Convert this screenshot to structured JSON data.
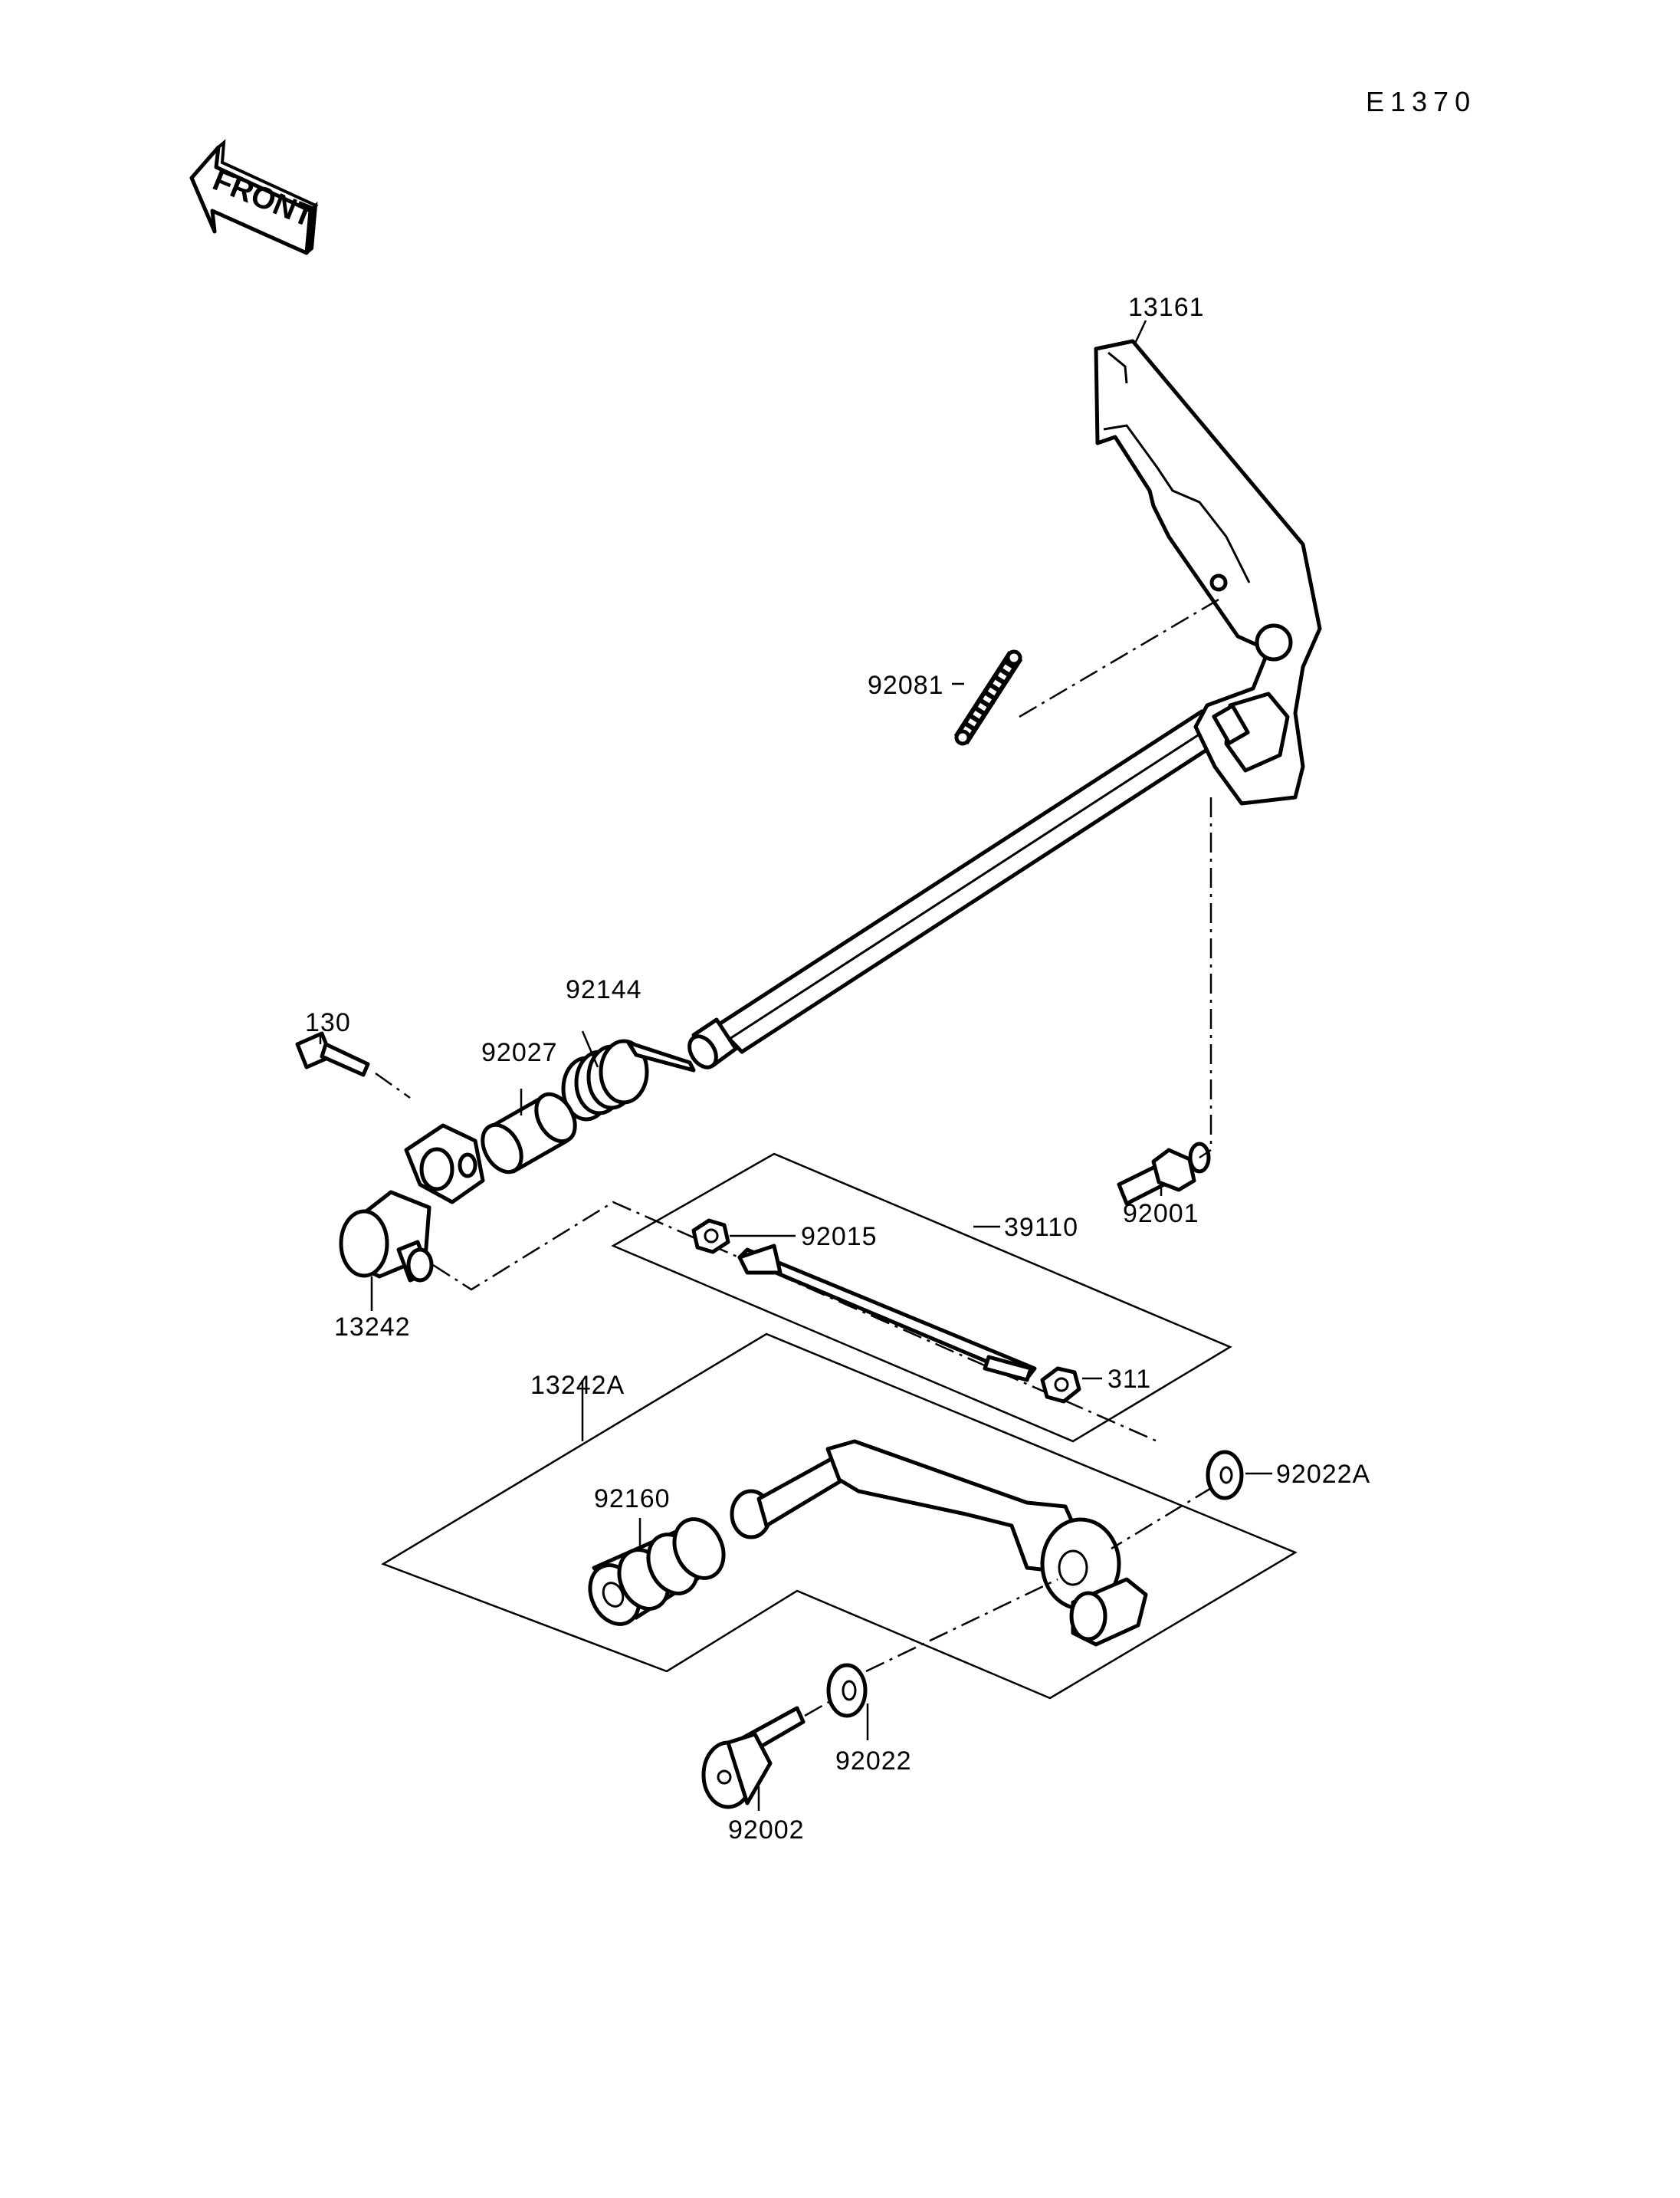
{
  "diagram_code": "E1370",
  "front_label": "FRONT",
  "parts": [
    {
      "id": "p13161",
      "number": "13161"
    },
    {
      "id": "p92081",
      "number": "92081"
    },
    {
      "id": "p92144",
      "number": "92144"
    },
    {
      "id": "p92027",
      "number": "92027"
    },
    {
      "id": "p130",
      "number": "130"
    },
    {
      "id": "p92001",
      "number": "92001"
    },
    {
      "id": "p92015",
      "number": "92015"
    },
    {
      "id": "p39110",
      "number": "39110"
    },
    {
      "id": "p13242",
      "number": "13242"
    },
    {
      "id": "p13242A",
      "number": "13242A"
    },
    {
      "id": "p311",
      "number": "311"
    },
    {
      "id": "p92022A",
      "number": "92022A"
    },
    {
      "id": "p92160",
      "number": "92160"
    },
    {
      "id": "p92022",
      "number": "92022"
    },
    {
      "id": "p92002",
      "number": "92002"
    }
  ]
}
